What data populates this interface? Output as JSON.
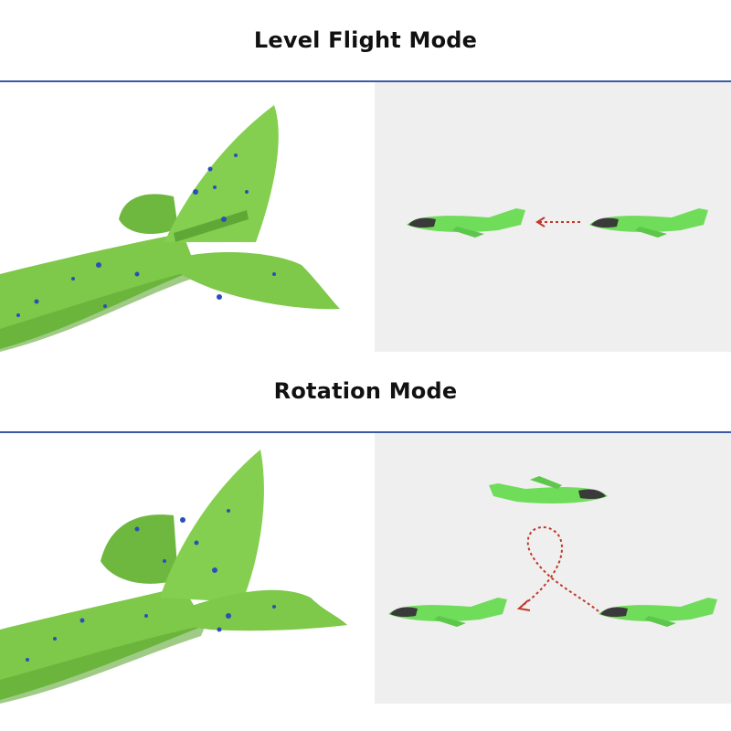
{
  "sections": [
    {
      "title": "Level Flight Mode",
      "mode": "level-flight"
    },
    {
      "title": "Rotation Mode",
      "mode": "rotation"
    }
  ],
  "colors": {
    "foam_green": "#7ec84a",
    "foam_green_dark": "#5fa836",
    "speckle_blue": "#2a4fb8",
    "divider_blue": "#3b59a6",
    "diagram_bg": "#efefef",
    "arrow_red": "#c0392b",
    "plane_green": "#6fdc5a"
  }
}
